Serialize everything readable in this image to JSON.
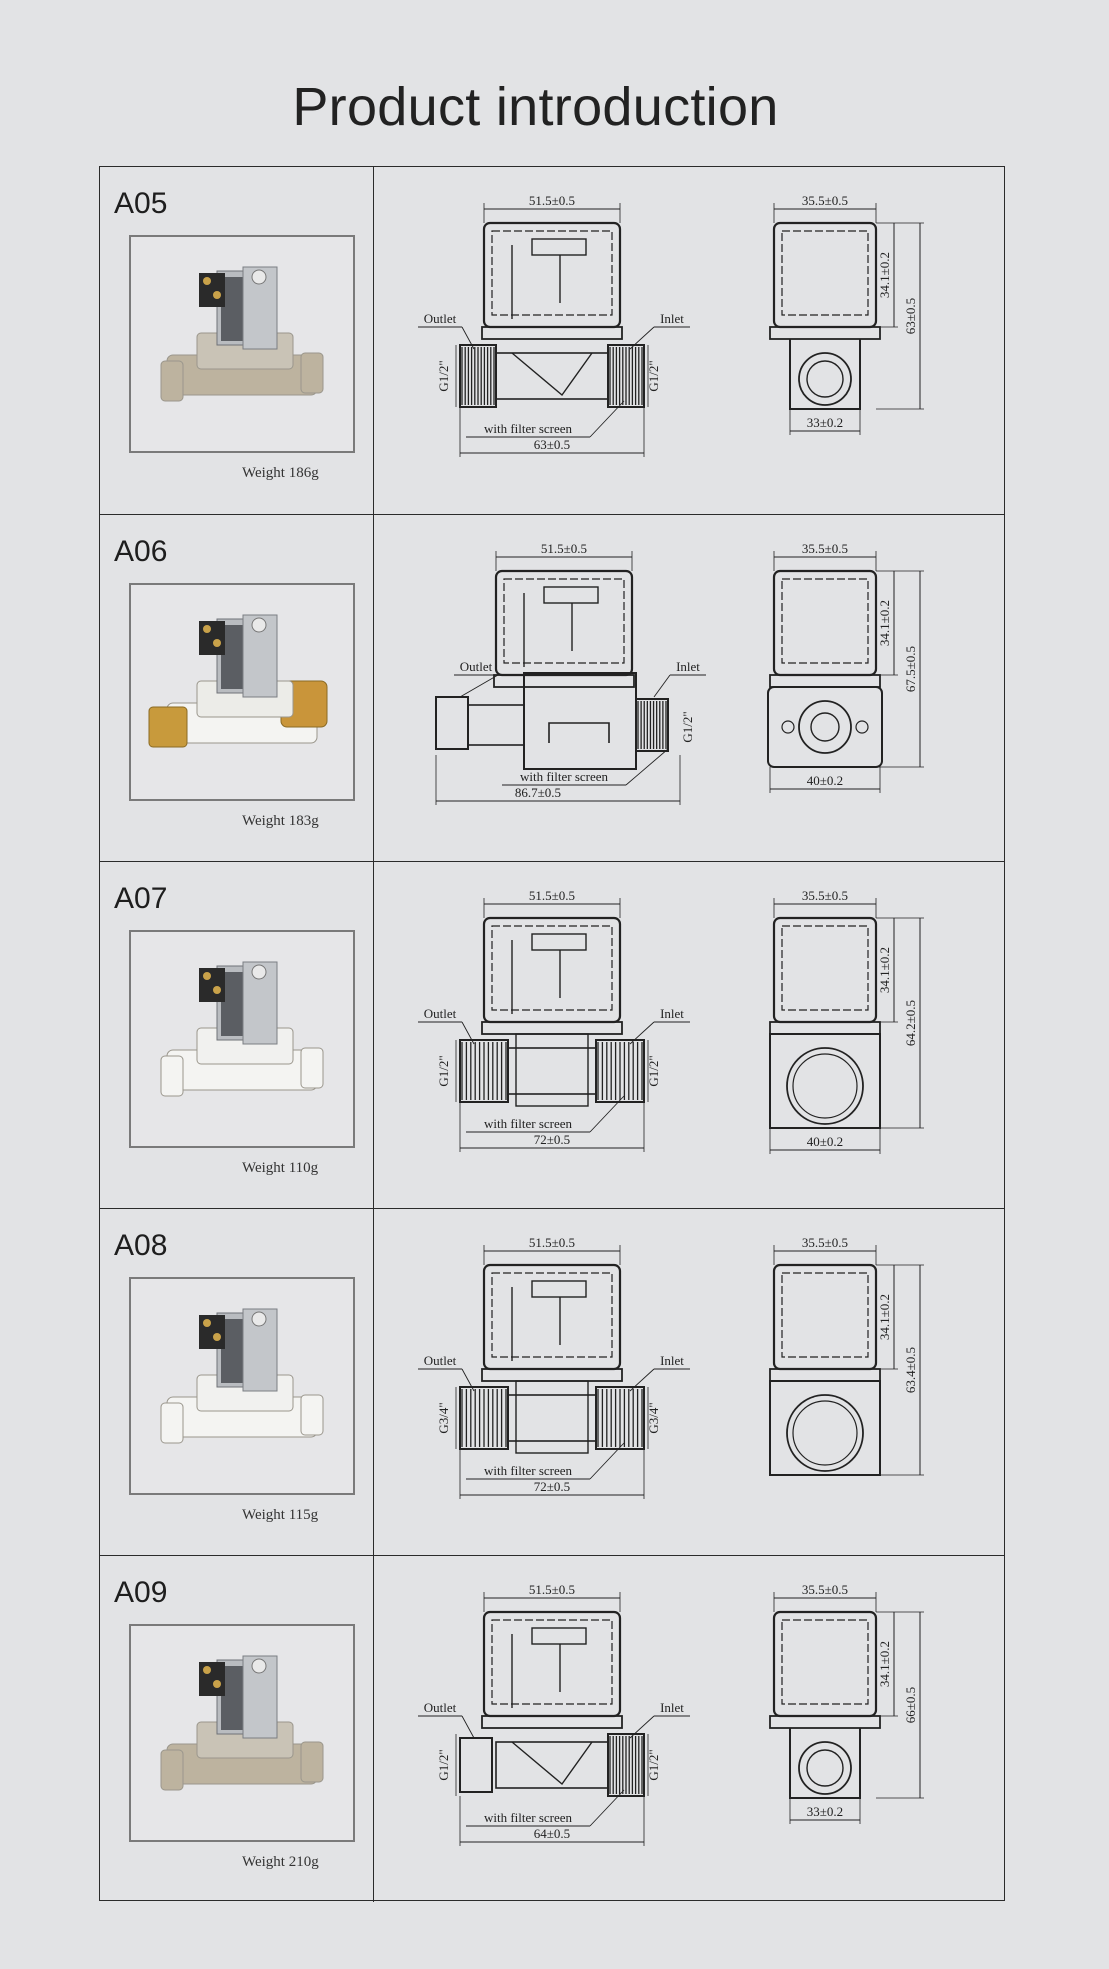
{
  "title": "Product introduction",
  "common": {
    "outlet": "Outlet",
    "inlet": "Inlet",
    "filter": "with filter screen"
  },
  "products": [
    {
      "code": "A05",
      "weight": "Weight 186g",
      "body_material": "metal",
      "dims": {
        "top_width": "51.5±0.5",
        "length": "63±0.5",
        "thread": "G1/2\"",
        "side_width": "35.5±0.5",
        "coil_height": "34.1±0.2",
        "total_height": "63±0.5",
        "base_width": "33±0.2"
      }
    },
    {
      "code": "A06",
      "weight": "Weight 183g",
      "body_material": "plastic-brass",
      "dims": {
        "top_width": "51.5±0.5",
        "length": "86.7±0.5",
        "thread": "G1/2\"",
        "side_width": "35.5±0.5",
        "coil_height": "34.1±0.2",
        "total_height": "67.5±0.5",
        "base_width": "40±0.2"
      }
    },
    {
      "code": "A07",
      "weight": "Weight 110g",
      "body_material": "plastic",
      "dims": {
        "top_width": "51.5±0.5",
        "length": "72±0.5",
        "thread": "G1/2\"",
        "side_width": "35.5±0.5",
        "coil_height": "34.1±0.2",
        "total_height": "64.2±0.5",
        "base_width": "40±0.2"
      }
    },
    {
      "code": "A08",
      "weight": "Weight 115g",
      "body_material": "plastic",
      "dims": {
        "top_width": "51.5±0.5",
        "length": "72±0.5",
        "thread": "G3/4\"",
        "side_width": "35.5±0.5",
        "coil_height": "34.1±0.2",
        "total_height": "63.4±0.5",
        "base_width": ""
      }
    },
    {
      "code": "A09",
      "weight": "Weight 210g",
      "body_material": "metal",
      "dims": {
        "top_width": "51.5±0.5",
        "length": "64±0.5",
        "thread": "G1/2\"",
        "side_width": "35.5±0.5",
        "coil_height": "34.1±0.2",
        "total_height": "66±0.5",
        "base_width": "33±0.2"
      }
    }
  ],
  "colors": {
    "background": "#e2e3e5",
    "line": "#2b2b2b",
    "photo_border": "#7a7a7a"
  }
}
